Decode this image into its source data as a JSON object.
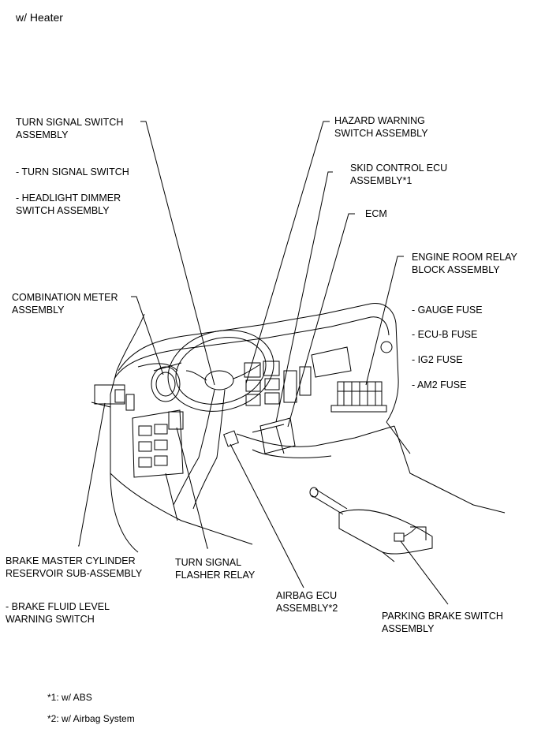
{
  "header": {
    "title": "w/ Heater"
  },
  "labels": {
    "turn_signal_switch_assembly": "TURN SIGNAL SWITCH\nASSEMBLY",
    "turn_signal_switch": "- TURN SIGNAL SWITCH",
    "headlight_dimmer_switch": "- HEADLIGHT DIMMER\nSWITCH ASSEMBLY",
    "combination_meter": "COMBINATION METER\nASSEMBLY",
    "hazard_warning_switch": "HAZARD WARNING\nSWITCH ASSEMBLY",
    "skid_control_ecu": "SKID CONTROL ECU\nASSEMBLY*1",
    "ecm": "ECM",
    "engine_room_relay_block": "ENGINE ROOM RELAY\nBLOCK ASSEMBLY",
    "gauge_fuse": "- GAUGE FUSE",
    "ecu_b_fuse": "- ECU-B FUSE",
    "ig2_fuse": "- IG2 FUSE",
    "am2_fuse": "- AM2 FUSE",
    "brake_master_cylinder": "BRAKE MASTER CYLINDER\nRESERVOIR SUB-ASSEMBLY",
    "brake_fluid_level": "- BRAKE FLUID LEVEL\nWARNING SWITCH",
    "turn_signal_flasher": "TURN SIGNAL\nFLASHER RELAY",
    "airbag_ecu": "AIRBAG ECU\nASSEMBLY*2",
    "parking_brake_switch": "PARKING BRAKE SWITCH\nASSEMBLY"
  },
  "footnotes": {
    "note1": "*1: w/ ABS",
    "note2": "*2: w/ Airbag System"
  }
}
